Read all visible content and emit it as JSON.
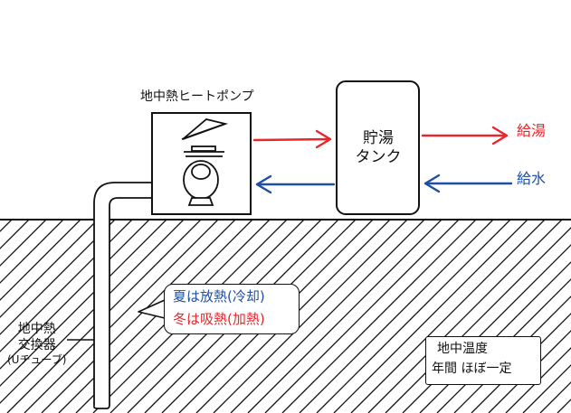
{
  "labels": {
    "heat_pump": "地中熱ヒートポンプ",
    "tank_line1": "貯湯",
    "tank_line2": "タンク",
    "hot_water_supply": "給湯",
    "water_supply": "給水",
    "exchanger_line1": "地中熱",
    "exchanger_line2": "交換器",
    "exchanger_line3": "(Uチューブ)",
    "summer": "夏は放熱(冷却)",
    "winter": "冬は吸熱(加熱)",
    "ground_line1": "地中温度",
    "ground_line2": "年間 ほぼ一定"
  },
  "colors": {
    "hot": "#e8262c",
    "cold": "#1f4fa3",
    "ink": "#111111"
  },
  "icons": {
    "heat_pump_machine": "fan-unit-icon"
  }
}
